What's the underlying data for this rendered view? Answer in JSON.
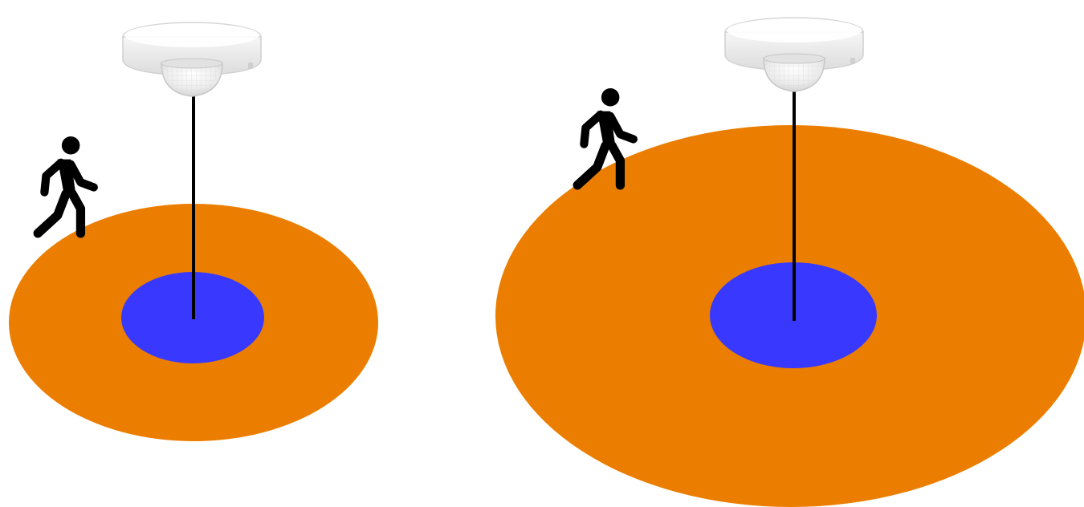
{
  "colors": {
    "background": "#ffffff",
    "outer_zone": "#EB7E00",
    "inner_zone": "#3838FF",
    "mount_line": "#000000",
    "walker": "#000000",
    "sensor_body": "#f4f4f4",
    "sensor_lens": "#e9e9e9"
  },
  "panels": [
    {
      "sensor_icon": "ceiling-motion-sensor",
      "walker_icon": "walking-person",
      "outer_zone": "detection-range-large",
      "inner_zone": "detection-range-small"
    },
    {
      "sensor_icon": "ceiling-motion-sensor",
      "walker_icon": "walking-person",
      "outer_zone": "detection-range-large",
      "inner_zone": "detection-range-small"
    }
  ]
}
